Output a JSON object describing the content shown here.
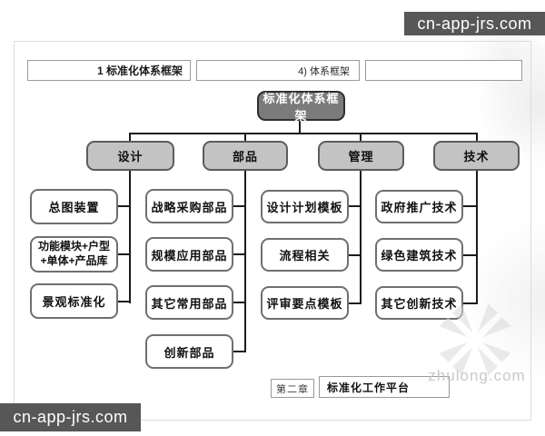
{
  "badges": {
    "top_right": "cn-app-jrs.com",
    "bottom_left": "cn-app-jrs.com"
  },
  "header": {
    "section_label": "1 标准化体系框架",
    "subsection_label": "4) 体系框架"
  },
  "tree": {
    "root": {
      "label": "标准化体系框架"
    },
    "branches": [
      {
        "label": "设计",
        "children": [
          {
            "label": "总图装置"
          },
          {
            "label": "功能模块+户型+单体+产品库"
          },
          {
            "label": "景观标准化"
          }
        ]
      },
      {
        "label": "部品",
        "children": [
          {
            "label": "战略采购部品"
          },
          {
            "label": "规模应用部品"
          },
          {
            "label": "其它常用部品"
          },
          {
            "label": "创新部品"
          }
        ]
      },
      {
        "label": "管理",
        "children": [
          {
            "label": "设计计划模板"
          },
          {
            "label": "流程相关"
          },
          {
            "label": "评审要点模板"
          }
        ]
      },
      {
        "label": "技术",
        "children": [
          {
            "label": "政府推广技术"
          },
          {
            "label": "绿色建筑技术"
          },
          {
            "label": "其它创新技术"
          }
        ]
      }
    ]
  },
  "footer": {
    "chapter_label": "第二章",
    "chapter_title": "标准化工作平台"
  },
  "watermark": {
    "site": "zhulong.com"
  },
  "colors": {
    "badge_bg": "#575757",
    "root_fill": "#7b7b7b",
    "branch_fill": "#c3c3c3",
    "node_border": "#6f6f6f",
    "line": "#1c1c1c"
  }
}
